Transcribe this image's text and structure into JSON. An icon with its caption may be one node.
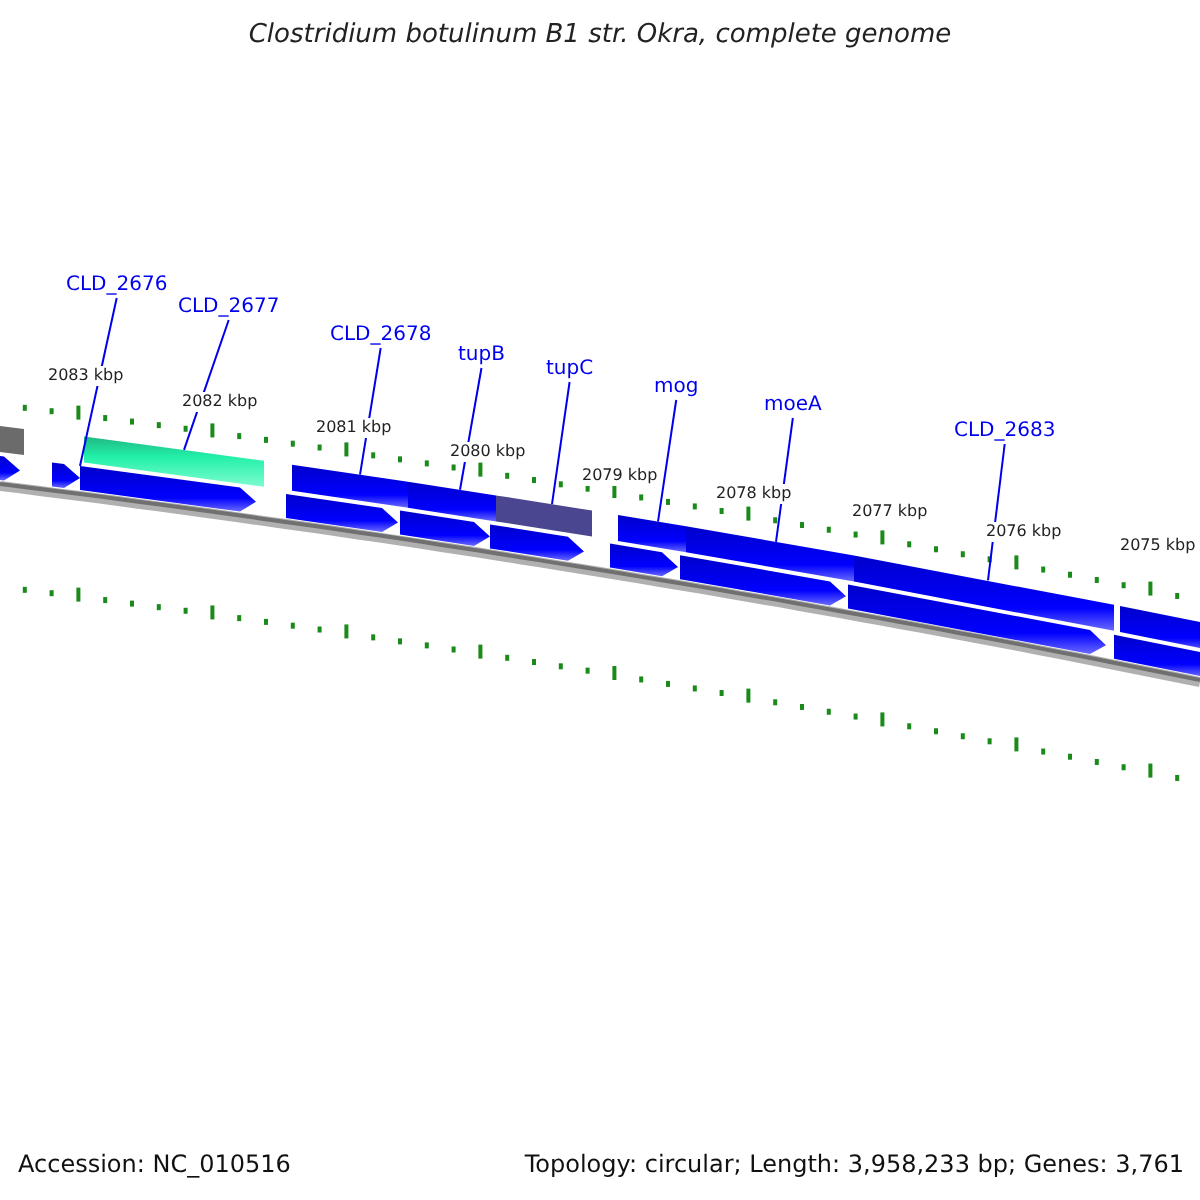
{
  "diagram": {
    "title": "Clostridium botulinum B1 str. Okra, complete genome",
    "nodes": [
      {
        "text": [
          "CLD_2676"
        ]
      },
      {
        "text": [
          "CLD_2677"
        ]
      },
      {
        "text": [
          "CLD_2678"
        ]
      },
      {
        "text": [
          "tupB"
        ]
      },
      {
        "text": [
          "tupC"
        ]
      },
      {
        "text": [
          "mog"
        ]
      },
      {
        "text": [
          "moeA"
        ]
      },
      {
        "text": [
          "CLD_2683"
        ]
      },
      {
        "text": [],
        "shape": "arrow"
      },
      {
        "text": [],
        "shape": "bar"
      },
      {
        "text": [],
        "shape": "bar"
      },
      {
        "text": [],
        "shape": "bar"
      },
      {
        "text": [],
        "shape": "bar"
      },
      {
        "text": [],
        "shape": "bar"
      },
      {
        "text": [],
        "shape": "bar"
      },
      {
        "text": [],
        "shape": "bar"
      }
    ],
    "edges": [
      {
        "from": 0,
        "to": 8,
        "arrow": "none"
      },
      {
        "from": 1,
        "to": 9,
        "arrow": "none"
      },
      {
        "from": 2,
        "to": 10,
        "arrow": "none"
      },
      {
        "from": 3,
        "to": 11,
        "arrow": "none"
      },
      {
        "from": 4,
        "to": 12,
        "arrow": "none"
      },
      {
        "from": 5,
        "to": 13,
        "arrow": "none"
      },
      {
        "from": 6,
        "to": 14,
        "arrow": "none"
      },
      {
        "from": 7,
        "to": 15,
        "arrow": "none"
      }
    ],
    "labels": [
      "2083 kbp",
      "2082 kbp",
      "2081 kbp",
      "2080 kbp",
      "2079 kbp",
      "2078 kbp",
      "2077 kbp",
      "2076 kbp",
      "2075 kbp",
      "Accession: NC_010516",
      "Topology: circular; Length: 3,958,233 bp; Genes: 3,761"
    ]
  }
}
